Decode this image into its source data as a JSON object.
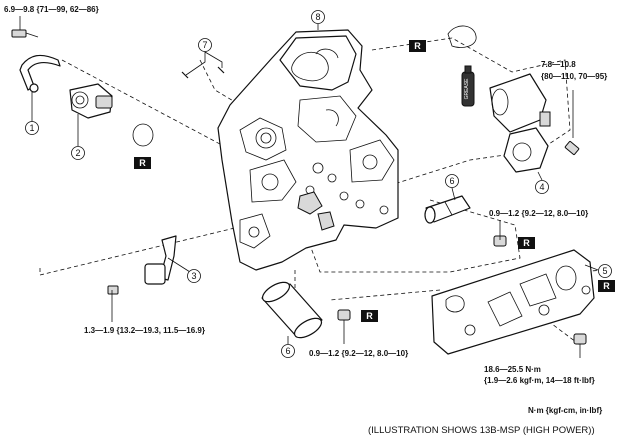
{
  "callouts": {
    "c1": "1",
    "c2": "2",
    "c3": "3",
    "c4": "4",
    "c5": "5",
    "c6a": "6",
    "c6b": "6",
    "c7": "7",
    "c8": "8"
  },
  "torque_specs": {
    "top_left": "6.9—9.8 {71—99, 62—86}",
    "top_right_line1": "7.8—10.8",
    "top_right_line2": "{80—110, 70—95}",
    "middle_right": "0.9—1.2 {9.2—12, 8.0—10}",
    "bottom_left": "1.3—1.9 {13.2—19.3, 11.5—16.9}",
    "bottom_center": "0.9—1.2 {9.2—12, 8.0—10}",
    "bottom_right_line1": "18.6—25.5 N·m",
    "bottom_right_line2": "{1.9—2.6 kgf·m, 14—18 ft·lbf}"
  },
  "replace_label": "R",
  "grease_label": "GREASE",
  "units_note": "N·m {kgf-cm, in·lbf}",
  "caption": "(ILLUSTRATION SHOWS 13B-MSP (HIGH POWER))"
}
